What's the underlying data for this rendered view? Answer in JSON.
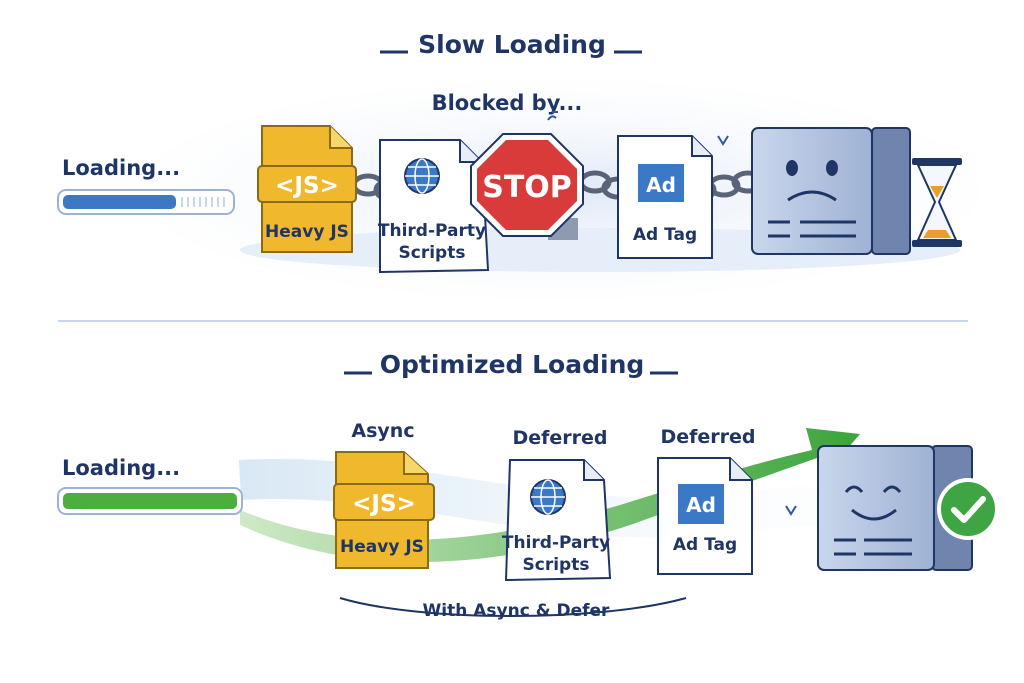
{
  "top": {
    "title": "Slow Loading",
    "subtitle": "Blocked by...",
    "loading_label": "Loading...",
    "progress": 0.68,
    "files": {
      "js_badge": "<JS>",
      "js_label": "Heavy JS",
      "third_party_label_line1": "Third-Party",
      "third_party_label_line2": "Scripts",
      "stop_sign": "STOP",
      "ad_badge": "Ad",
      "ad_label": "Ad Tag"
    }
  },
  "bottom": {
    "title": "Optimized Loading",
    "loading_label": "Loading...",
    "progress": 1.0,
    "files": {
      "js_tag": "Async",
      "js_badge": "<JS>",
      "js_label": "Heavy JS",
      "third_party_tag": "Deferred",
      "third_party_label_line1": "Third-Party",
      "third_party_label_line2": "Scripts",
      "ad_tag": "Deferred",
      "ad_badge": "Ad",
      "ad_label": "Ad Tag"
    },
    "caption": "With Async & Defer"
  },
  "colors": {
    "navy": "#1f3566",
    "blue_progress": "#3b78c6",
    "green_progress": "#4cae3f",
    "js_yellow": "#f0b92d",
    "stop_red": "#d93a3a",
    "ok_green": "#3fa544"
  },
  "icons": [
    "js-file-icon",
    "globe-icon",
    "stop-sign-icon",
    "ad-file-icon",
    "sad-server-icon",
    "hourglass-icon",
    "happy-server-icon",
    "checkmark-icon",
    "chain-icon",
    "arrow-icon"
  ]
}
